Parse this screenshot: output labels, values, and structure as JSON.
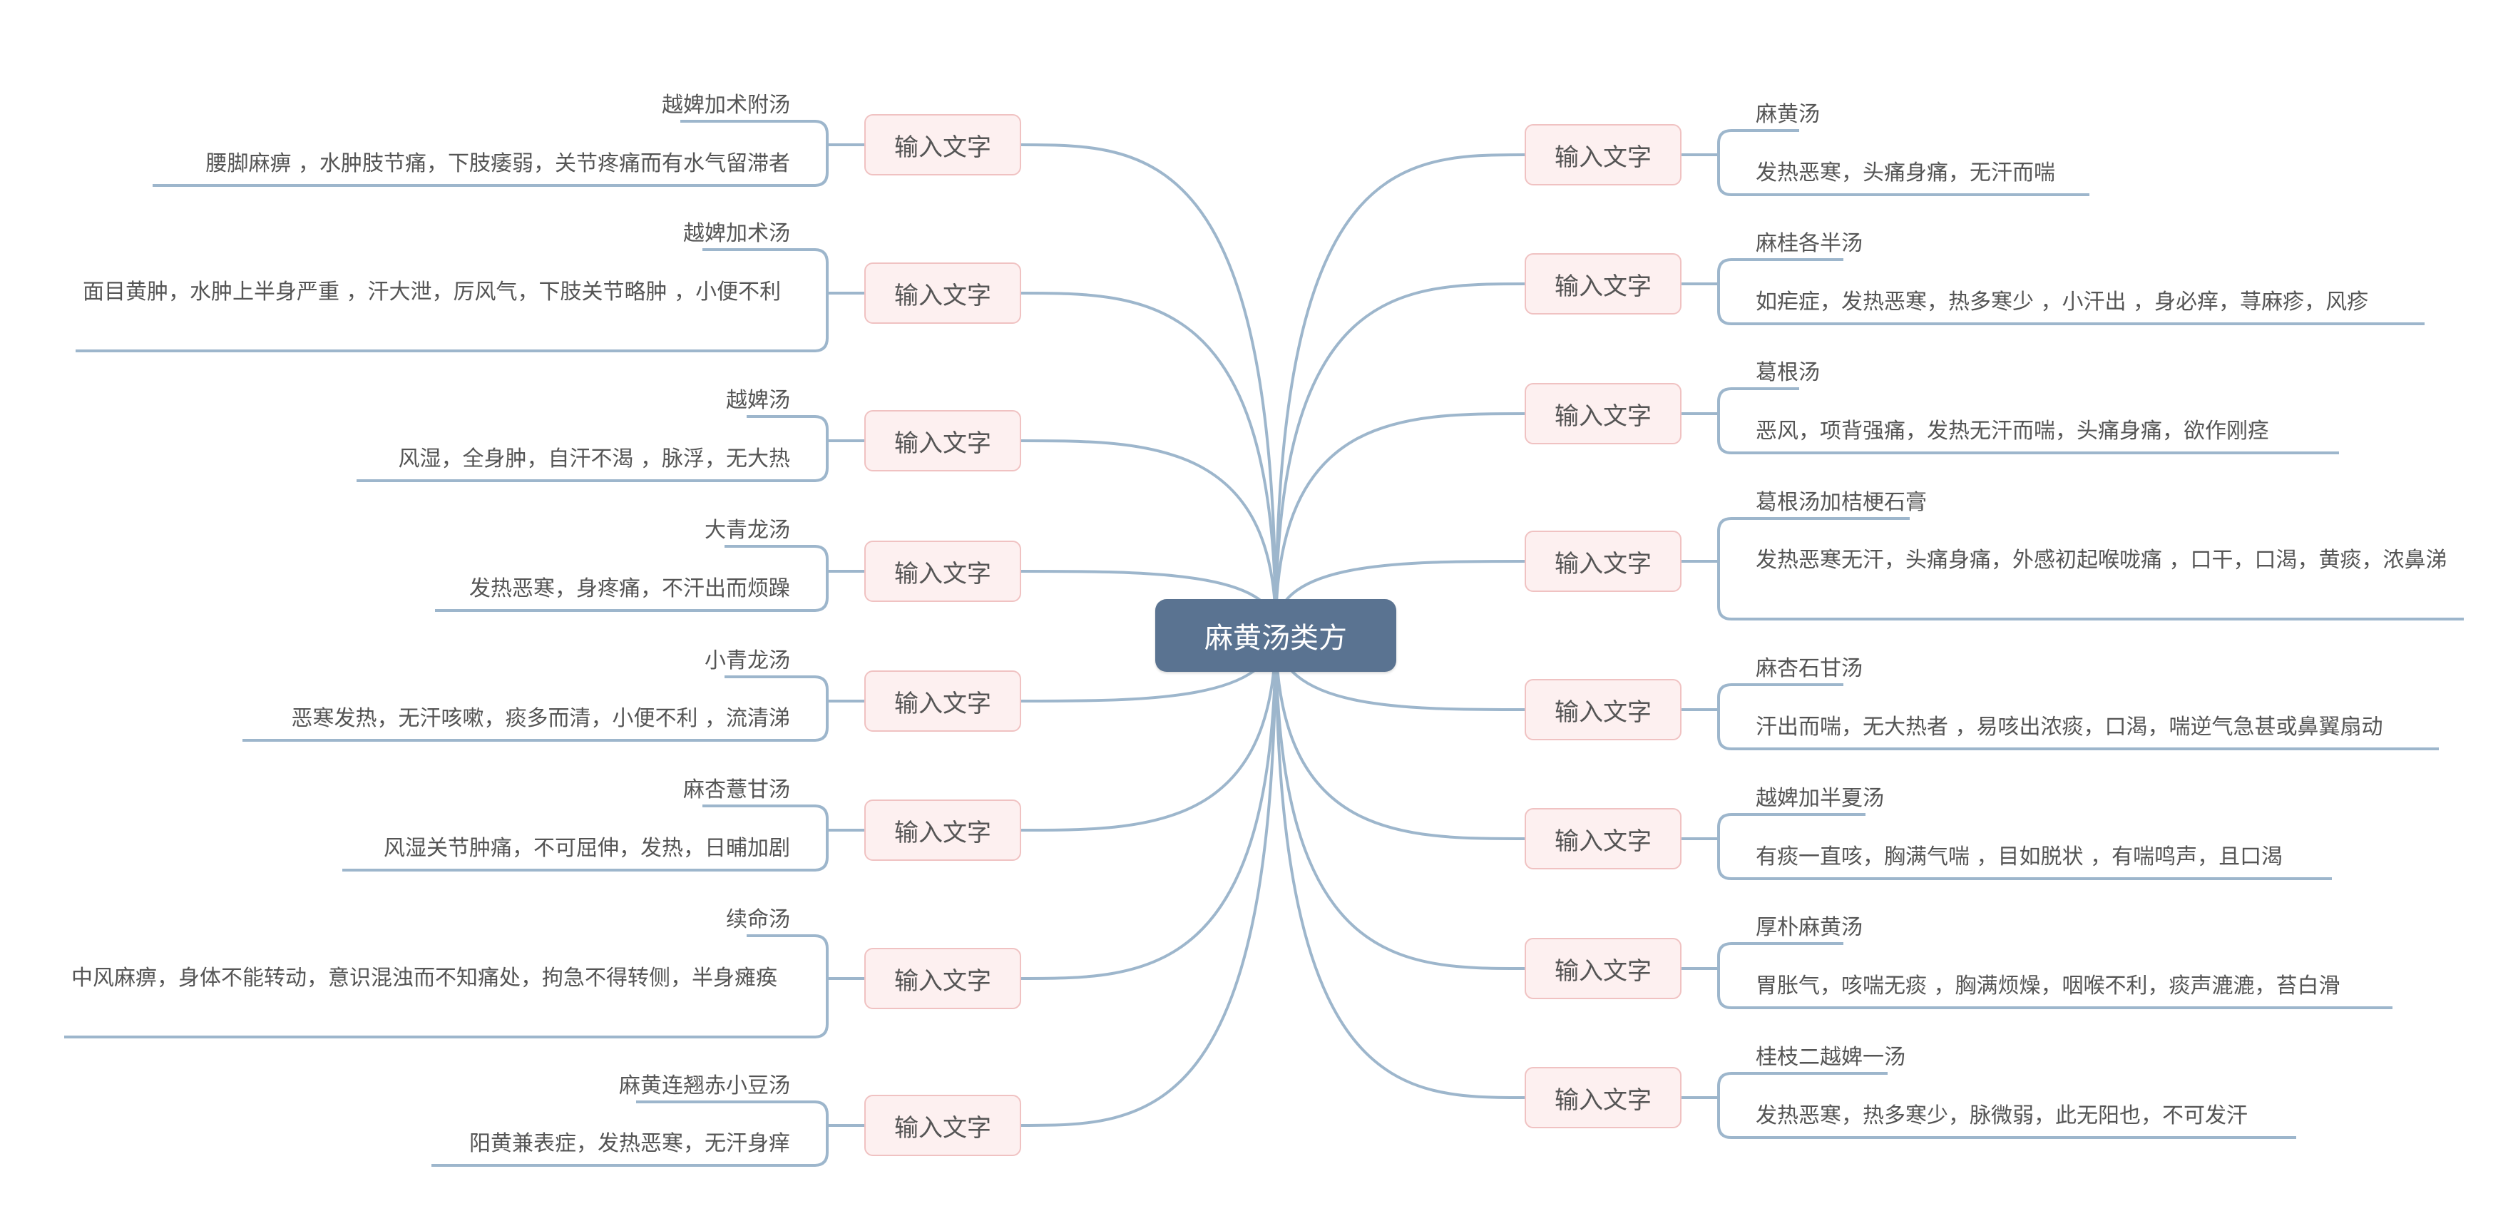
{
  "root": {
    "label": "麻黄汤类方"
  },
  "colors": {
    "line": "#9db6cc",
    "root_bg": "#5a7391",
    "branch_bg": "#fdf0f0",
    "branch_border": "#f0c2c2",
    "text": "#555555"
  },
  "left_branches": [
    {
      "node": "输入文字",
      "label": "越婢加术附汤",
      "desc": "腰脚麻痹 ，水肿肢节痛，下肢痿弱，关节疼痛而有水气留滞者"
    },
    {
      "node": "输入文字",
      "label": "越婢加术汤",
      "desc": "面目黄肿，水肿上半身严重 ，汗大泄，厉风气，下肢关节略肿 ，小便不利"
    },
    {
      "node": "输入文字",
      "label": "越婢汤",
      "desc": "风湿，全身肿，自汗不渴 ，脉浮，无大热"
    },
    {
      "node": "输入文字",
      "label": "大青龙汤",
      "desc": "发热恶寒，身疼痛，不汗出而烦躁"
    },
    {
      "node": "输入文字",
      "label": "小青龙汤",
      "desc": "恶寒发热，无汗咳嗽，痰多而清，小便不利 ，流清涕"
    },
    {
      "node": "输入文字",
      "label": "麻杏薏甘汤",
      "desc": "风湿关节肿痛，不可屈伸，发热，日晡加剧"
    },
    {
      "node": "输入文字",
      "label": "续命汤",
      "desc": "中风麻痹，身体不能转动，意识混浊而不知痛处，拘急不得转侧，半身瘫痪"
    },
    {
      "node": "输入文字",
      "label": "麻黄连翘赤小豆汤",
      "desc": "阳黄兼表症，发热恶寒，无汗身痒"
    }
  ],
  "right_branches": [
    {
      "node": "输入文字",
      "label": "麻黄汤",
      "desc": "发热恶寒，头痛身痛，无汗而喘"
    },
    {
      "node": "输入文字",
      "label": "麻桂各半汤",
      "desc": "如疟症，发热恶寒，热多寒少 ，小汗出 ，身必痒，荨麻疹，风疹"
    },
    {
      "node": "输入文字",
      "label": "葛根汤",
      "desc": "恶风，项背强痛，发热无汗而喘，头痛身痛，欲作刚痉"
    },
    {
      "node": "输入文字",
      "label": "葛根汤加桔梗石膏",
      "desc": "发热恶寒无汗，头痛身痛，外感初起喉咙痛 ，口干，口渴，黄痰，浓鼻涕"
    },
    {
      "node": "输入文字",
      "label": "麻杏石甘汤",
      "desc": "汗出而喘，无大热者 ，易咳出浓痰，口渴，喘逆气急甚或鼻翼扇动"
    },
    {
      "node": "输入文字",
      "label": "越婢加半夏汤",
      "desc": "有痰一直咳，胸满气喘 ，目如脱状 ，有喘鸣声，且口渴"
    },
    {
      "node": "输入文字",
      "label": "厚朴麻黄汤",
      "desc": "胃胀气，咳喘无痰 ，胸满烦燥，咽喉不利，痰声漉漉，苔白滑"
    },
    {
      "node": "输入文字",
      "label": "桂枝二越婢一汤",
      "desc": "发热恶寒，热多寒少，脉微弱，此无阳也，不可发汗"
    }
  ]
}
